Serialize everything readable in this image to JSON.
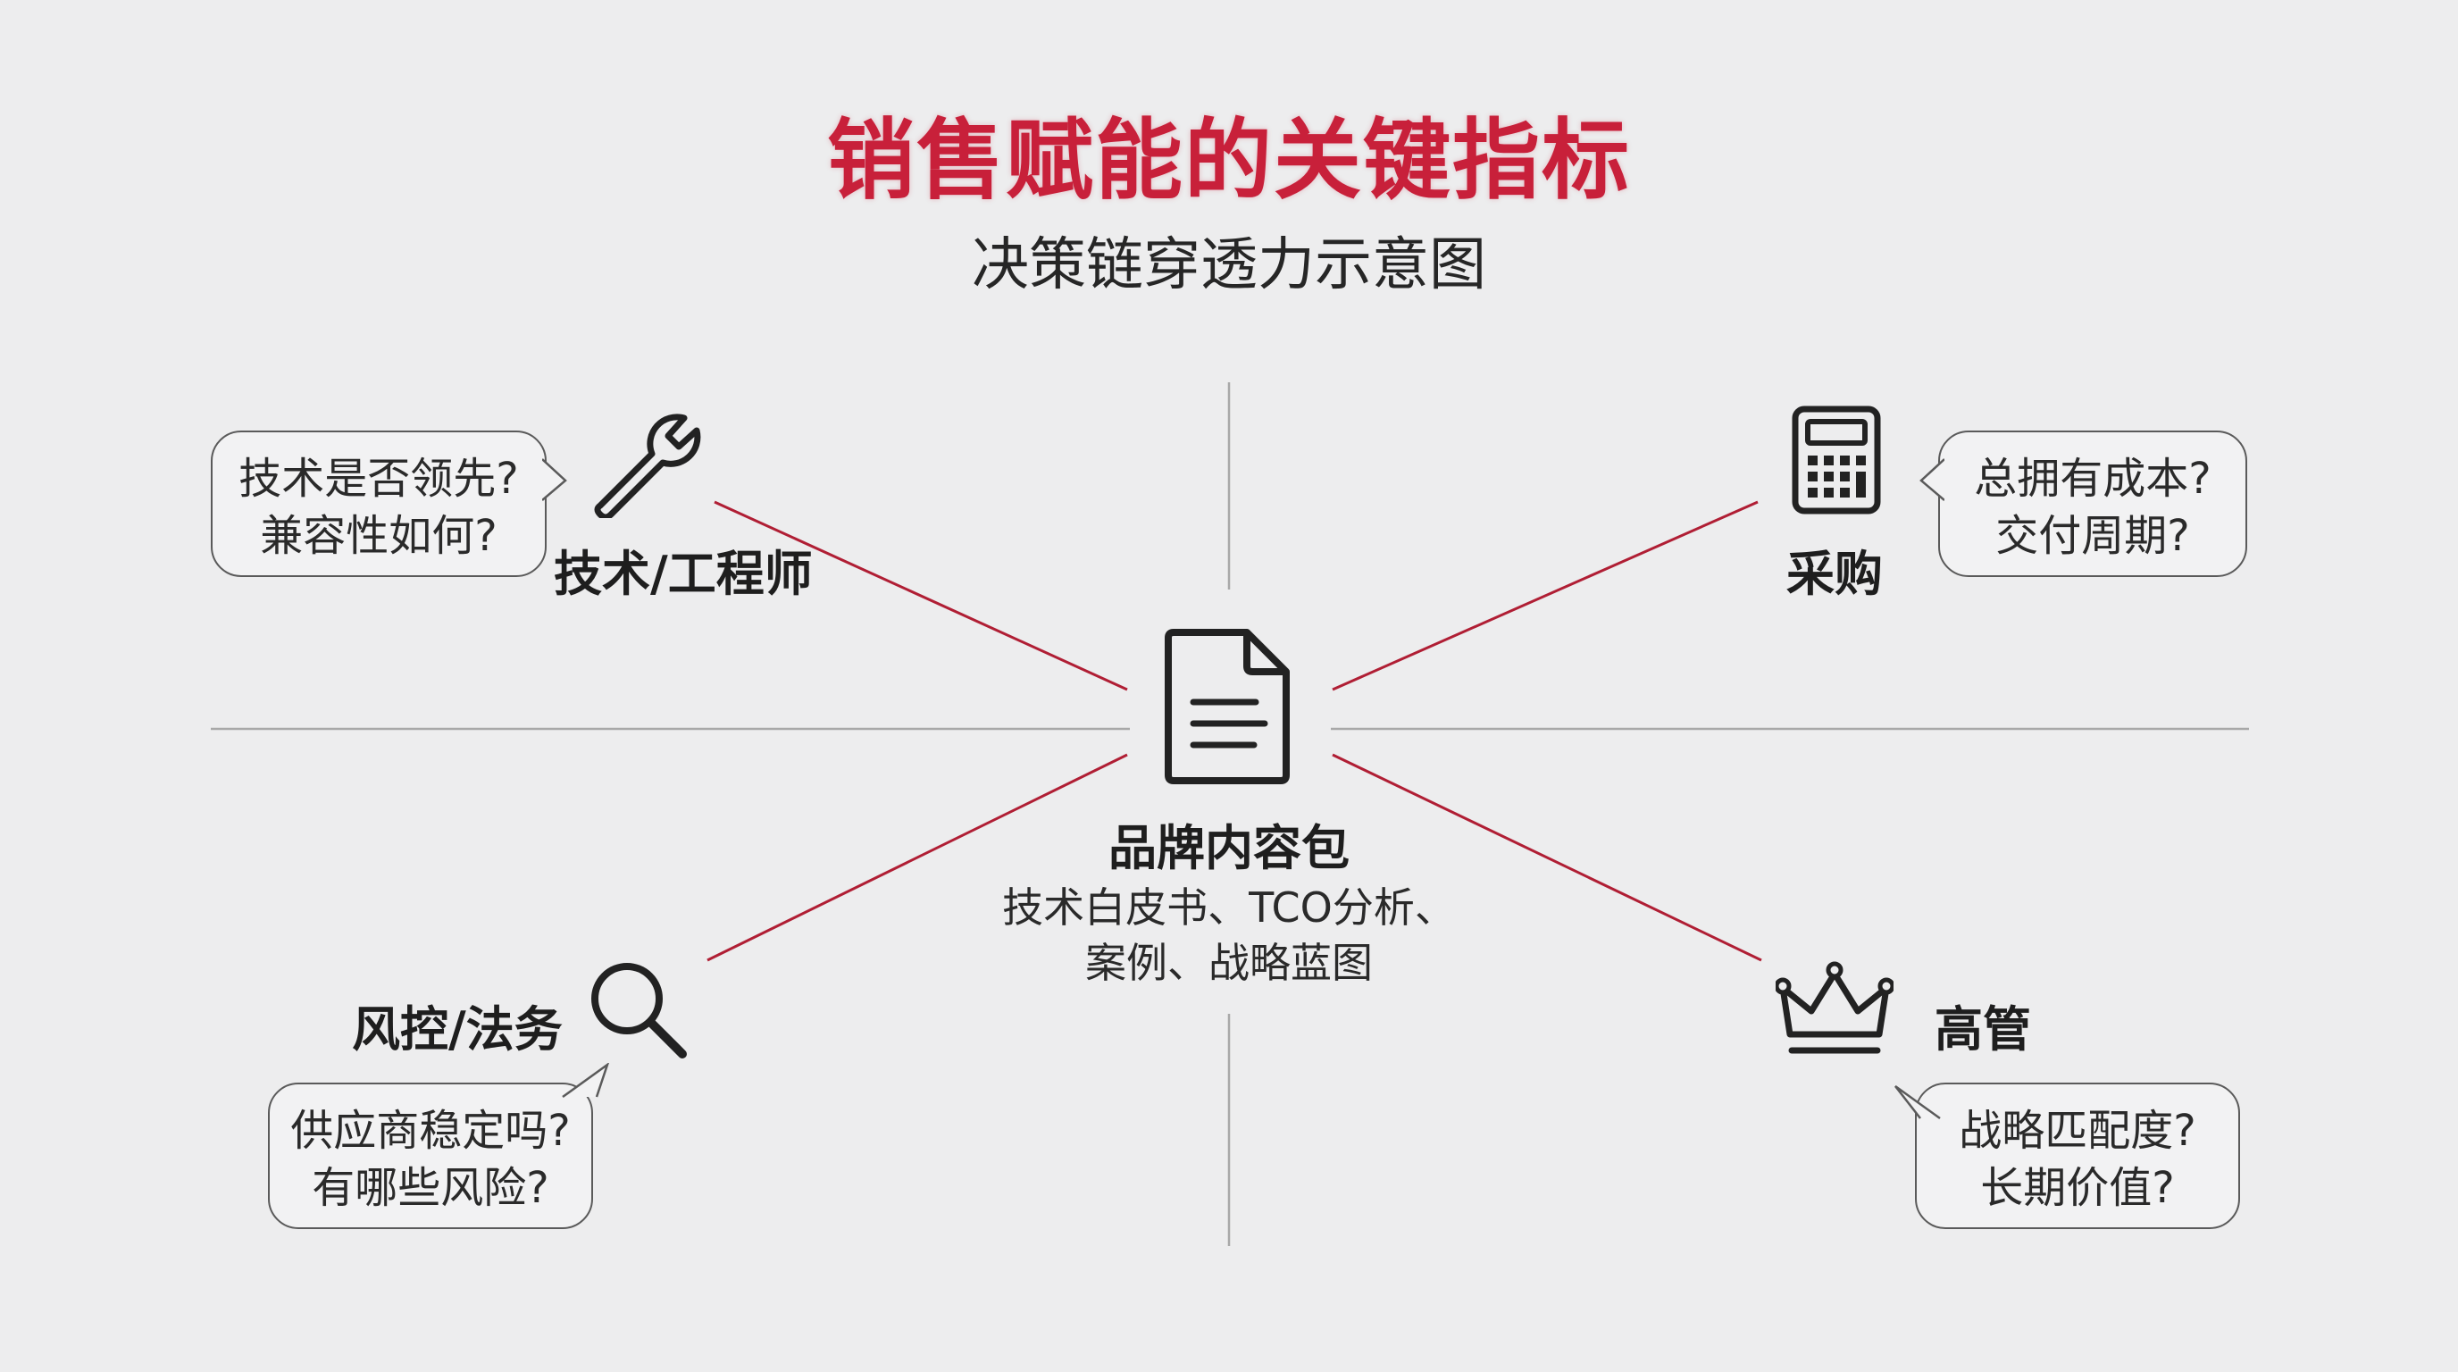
{
  "title": "销售赋能的关键指标",
  "subtitle": "决策链穿透力示意图",
  "colors": {
    "accent": "#c8203a",
    "connector": "#b01e34",
    "axis": "#a8a8a8",
    "bubble_border": "#5a5a5a",
    "text": "#1e1e1e",
    "background": "#ededee"
  },
  "center": {
    "icon": "document-icon",
    "title": "品牌内容包",
    "description_lines": [
      "技术白皮书、TCO分析、",
      "案例、战略蓝图"
    ]
  },
  "roles": {
    "engineer": {
      "label": "技术/工程师",
      "icon": "wrench-icon",
      "questions": [
        "技术是否领先?",
        "兼容性如何?"
      ]
    },
    "procurement": {
      "label": "采购",
      "icon": "calculator-icon",
      "questions": [
        "总拥有成本?",
        "交付周期?"
      ]
    },
    "risk_legal": {
      "label": "风控/法务",
      "icon": "magnifier-icon",
      "questions": [
        "供应商稳定吗?",
        "有哪些风险?"
      ]
    },
    "executive": {
      "label": "高管",
      "icon": "crown-icon",
      "questions": [
        "战略匹配度?",
        "长期价值?"
      ]
    }
  }
}
